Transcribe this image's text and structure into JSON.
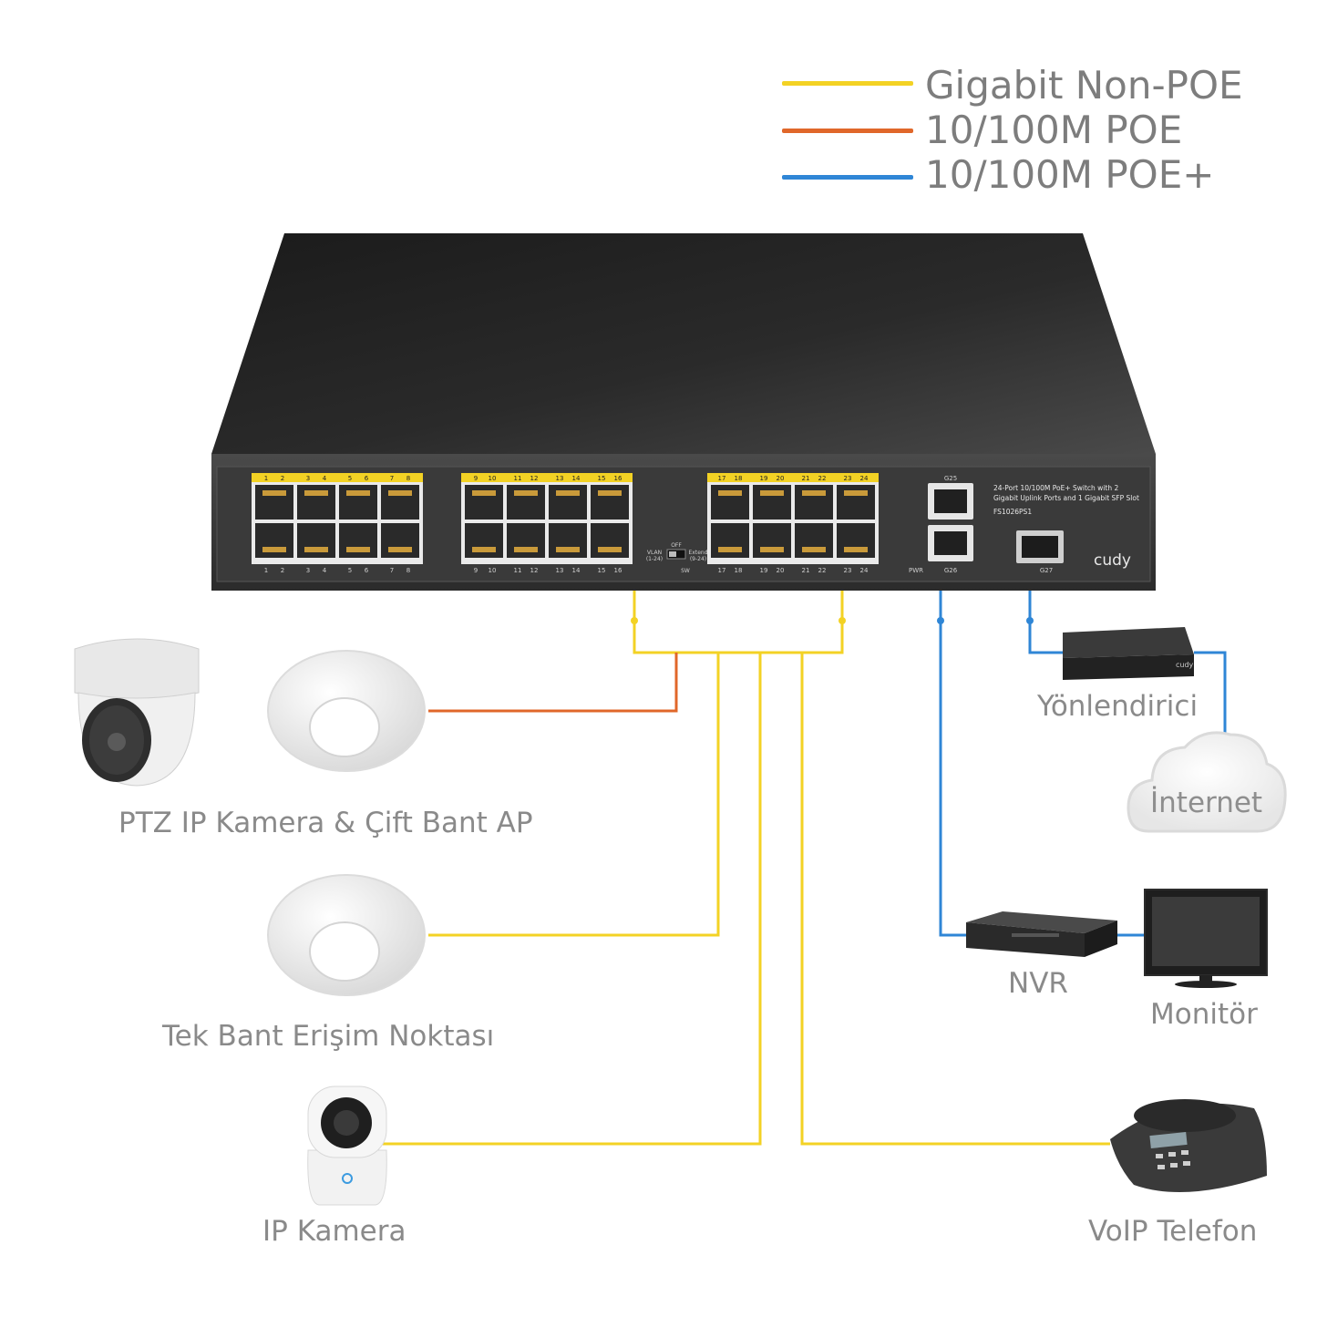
{
  "legend": [
    {
      "label": "Gigabit Non-POE",
      "color": "#f3d224"
    },
    {
      "label": "10/100M POE",
      "color": "#e0672a"
    },
    {
      "label": "10/100M POE+",
      "color": "#2f86d6"
    }
  ],
  "switch": {
    "description_line1": "24-Port 10/100M PoE+ Switch with 2",
    "description_line2": "Gigabit Uplink Ports and 1 Gigabit SFP Slot",
    "model": "FS1026PS1",
    "brand": "cudy",
    "port_groups": [
      {
        "top": [
          "1",
          "2",
          "3",
          "4",
          "5",
          "6",
          "7",
          "8"
        ]
      },
      {
        "top": [
          "9",
          "10",
          "11",
          "12",
          "13",
          "14",
          "15",
          "16"
        ]
      },
      {
        "top": [
          "17",
          "18",
          "19",
          "20",
          "21",
          "22",
          "23",
          "24"
        ]
      }
    ],
    "switch_labels": {
      "off": "OFF",
      "vlan": "VLAN",
      "vlan_range": "(1-24)",
      "extend": "Extend",
      "extend_range": "(9-24)",
      "sw": "SW"
    },
    "uplinks": {
      "g25": "G25",
      "g26": "G26",
      "g27": "G27",
      "pwr": "PWR"
    }
  },
  "devices": {
    "ptz_ap": "PTZ IP Kamera & Çift Bant AP",
    "single_ap": "Tek Bant Erişim Noktası",
    "ip_camera": "IP Kamera",
    "router": "Yönlendirici",
    "internet": "İnternet",
    "nvr": "NVR",
    "monitor": "Monitör",
    "voip": "VoIP Telefon"
  },
  "colors": {
    "yellow": "#f3d224",
    "orange": "#e0672a",
    "blue": "#2f86d6",
    "label_gray": "#8a8a8a"
  }
}
